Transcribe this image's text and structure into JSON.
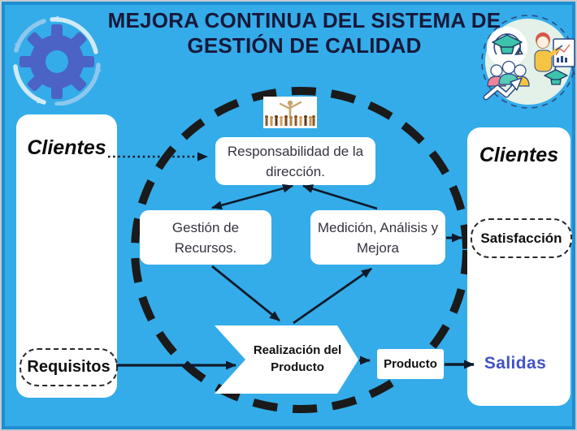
{
  "title": {
    "line1": "MEJORA CONTINUA DEL SISTEMA DE",
    "line2": "GESTIÓN DE CALIDAD"
  },
  "panels": {
    "left": {
      "title": "Clientes",
      "tag": "Requisitos"
    },
    "right": {
      "title": "Clientes",
      "tag": "Satisfacción",
      "output_label": "Salidas"
    }
  },
  "nodes": {
    "responsabilidad": "Responsabilidad de la dirección.",
    "gestion": "Gestión de Recursos.",
    "medicion": "Medición, Análisis y Mejora",
    "realizacion": "Realización del Producto",
    "producto": "Producto"
  },
  "edges": [
    {
      "from": "clientes-izquierda",
      "to": "responsabilidad",
      "style": "dotted"
    },
    {
      "from": "gestion",
      "to": "responsabilidad",
      "style": "double-arrow"
    },
    {
      "from": "medicion",
      "to": "responsabilidad",
      "style": "solid"
    },
    {
      "from": "gestion",
      "to": "realizacion",
      "style": "solid"
    },
    {
      "from": "realizacion",
      "to": "medicion",
      "style": "solid"
    },
    {
      "from": "medicion",
      "to": "satisfaccion",
      "style": "solid"
    },
    {
      "from": "requisitos",
      "to": "realizacion",
      "style": "solid"
    },
    {
      "from": "realizacion",
      "to": "producto",
      "style": "solid"
    },
    {
      "from": "producto",
      "to": "salidas",
      "style": "solid"
    }
  ],
  "icons": {
    "top_left": "gear-cycle-icon",
    "top_right": "education-illustration",
    "above_responsabilidad": "leadership-crowd-image"
  },
  "colors": {
    "background": "#34ace9",
    "frame": "#1e8ed2",
    "title_text": "#18183a",
    "arrow": "#0f1a2a",
    "dashed_circle": "#1a1a1a",
    "salidas_text": "#4153c5",
    "gear": "#4a63c4",
    "mint_circle": "#e3f1e8",
    "cap_teal": "#3dc3ab"
  }
}
